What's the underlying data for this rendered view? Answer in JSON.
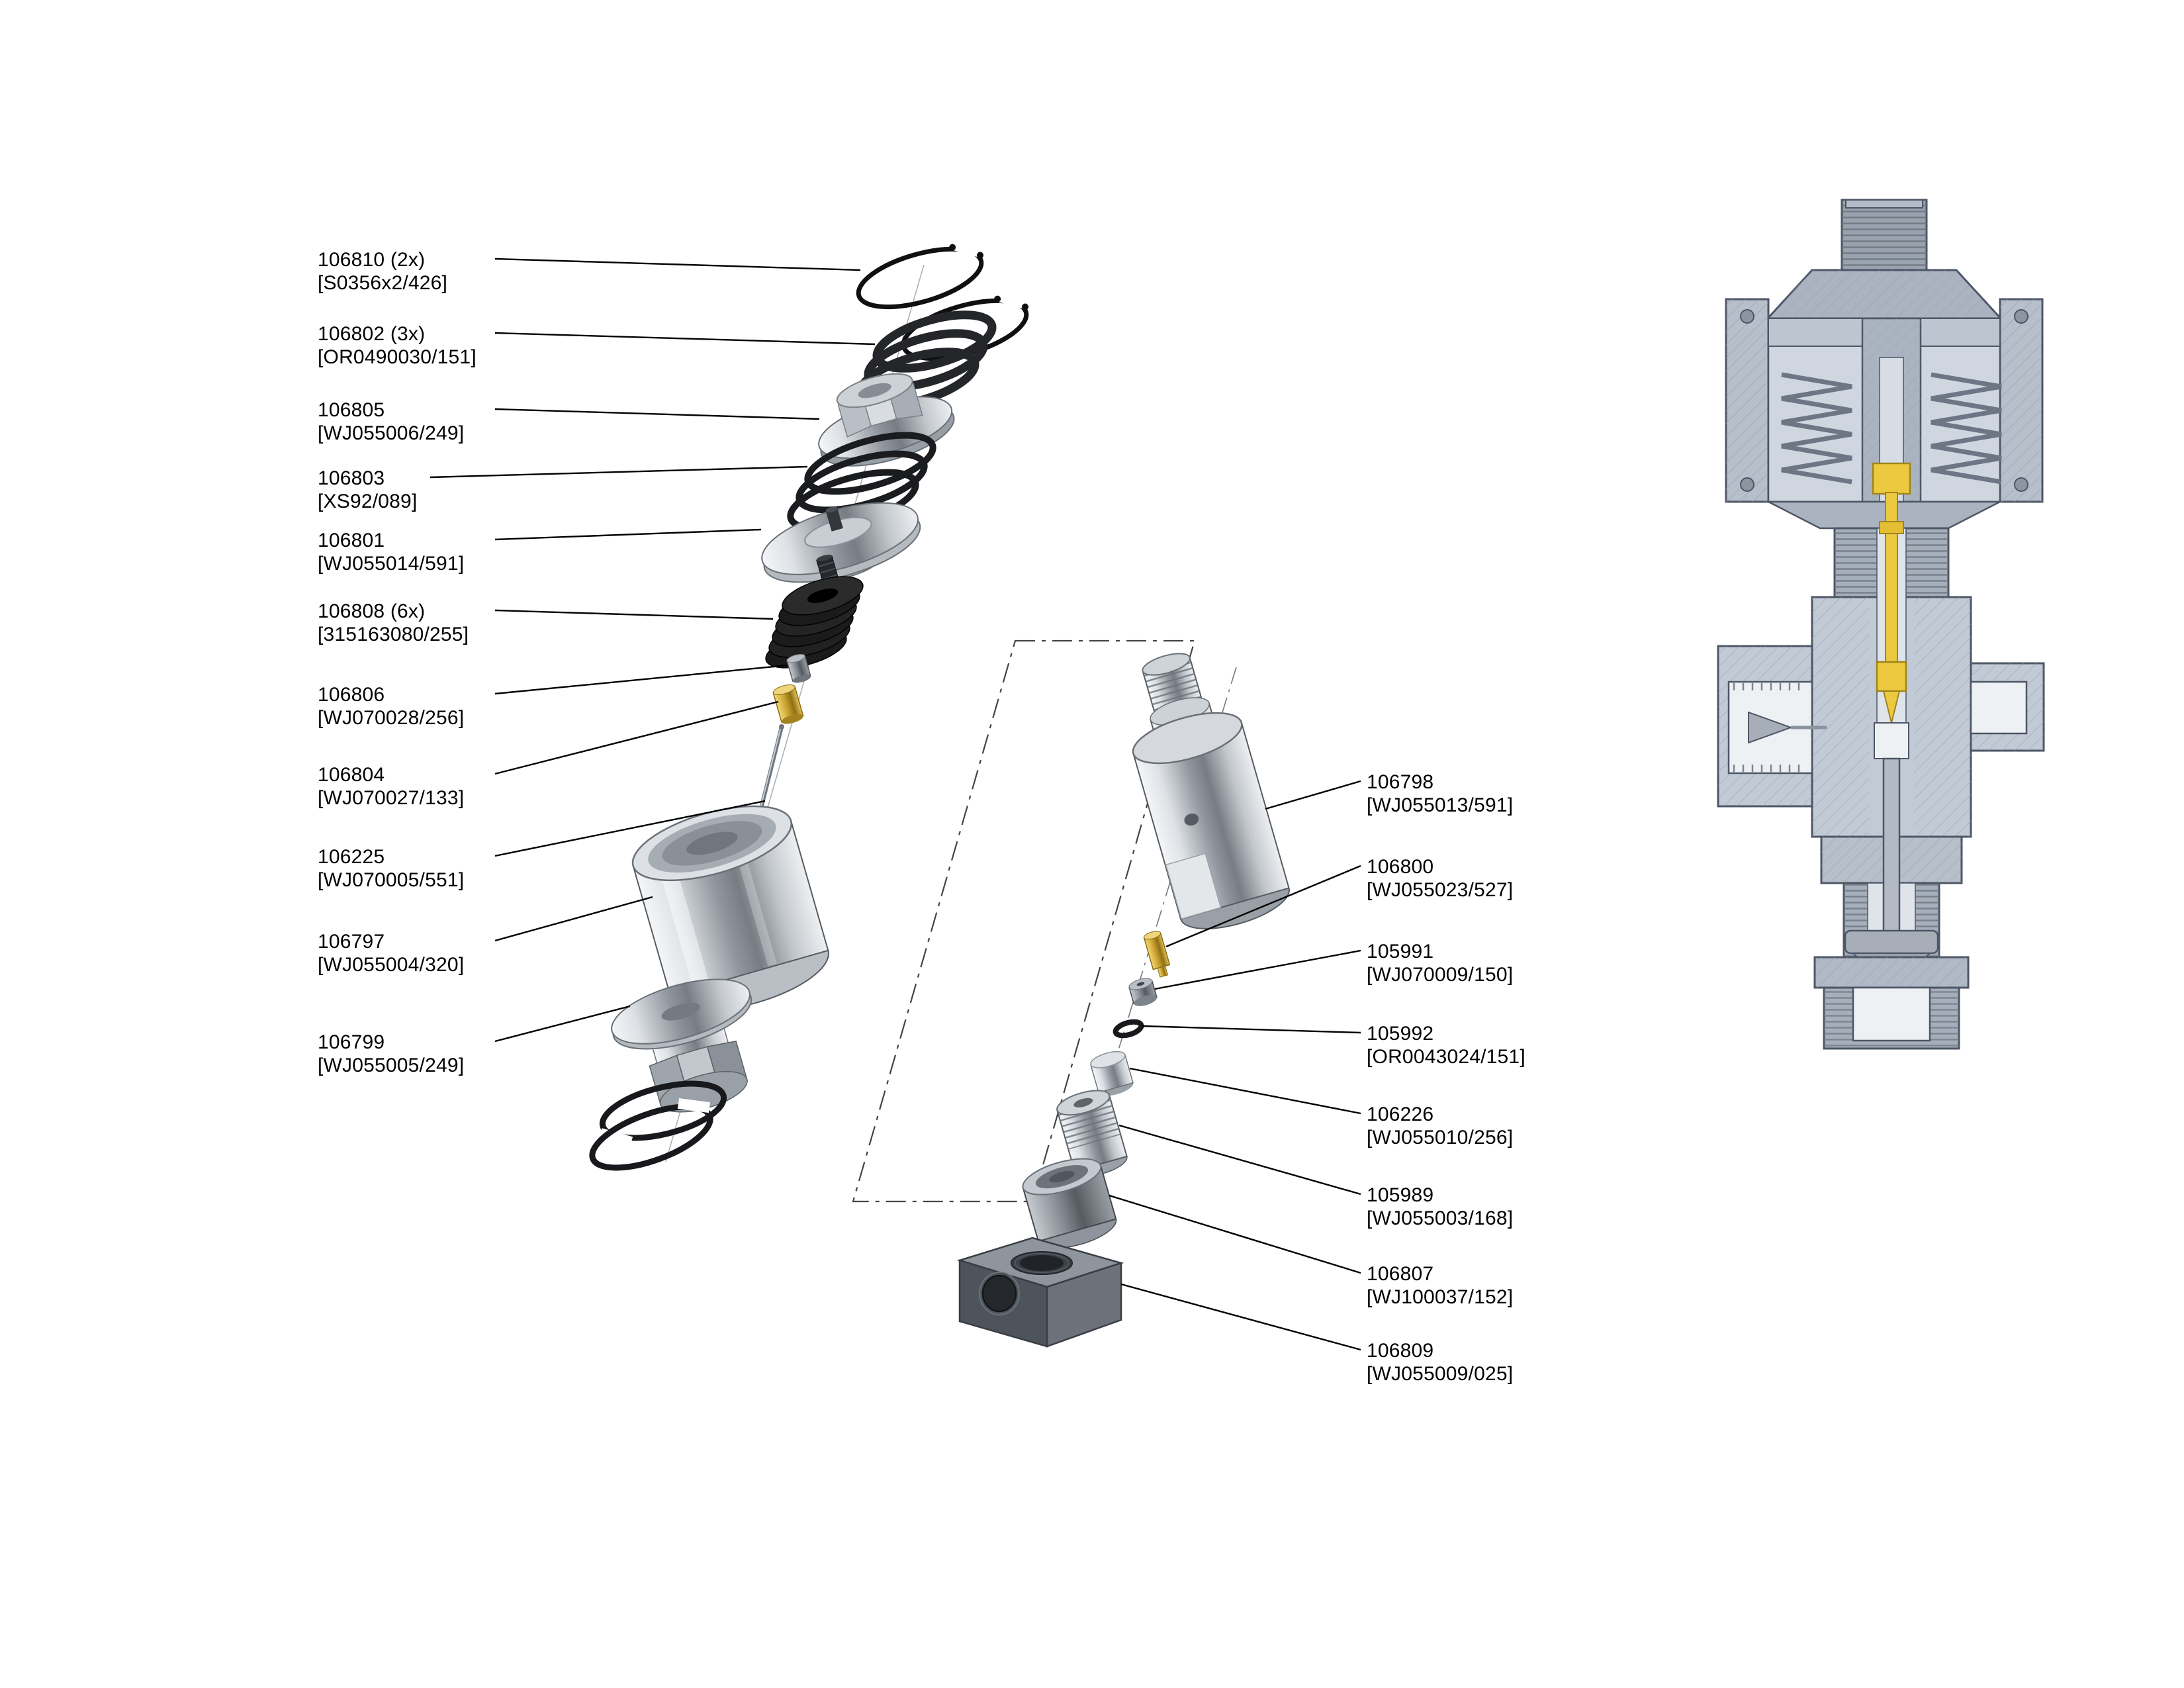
{
  "diagram": {
    "type": "exploded-parts-diagram",
    "views": {
      "left_exploded": "upper cartridge exploded view",
      "right_exploded": "lower body exploded view",
      "section": "assembled valve cross-section"
    },
    "colors": {
      "background": "#ffffff",
      "line": "#000000",
      "metal_light": "#eef0f2",
      "metal_mid": "#9aa0a7",
      "metal_dark": "#565b61",
      "brass": "#caa22e",
      "seal_black": "#17191c",
      "section_body": "#c2cad5",
      "section_outline": "#4d5666",
      "highlight_yellow": "#ecc93f"
    }
  },
  "labels": {
    "left": [
      {
        "part": "106810 (2x)",
        "ref": "[S0356x2/426]"
      },
      {
        "part": "106802 (3x)",
        "ref": "[OR0490030/151]"
      },
      {
        "part": "106805",
        "ref": "[WJ055006/249]"
      },
      {
        "part": "106803",
        "ref": "[XS92/089]"
      },
      {
        "part": "106801",
        "ref": "[WJ055014/591]"
      },
      {
        "part": "106808 (6x)",
        "ref": "[315163080/255]"
      },
      {
        "part": "106806",
        "ref": "[WJ070028/256]"
      },
      {
        "part": "106804",
        "ref": "[WJ070027/133]"
      },
      {
        "part": "106225",
        "ref": "[WJ070005/551]"
      },
      {
        "part": "106797",
        "ref": "[WJ055004/320]"
      },
      {
        "part": "106799",
        "ref": "[WJ055005/249]"
      }
    ],
    "right": [
      {
        "part": "106798",
        "ref": "[WJ055013/591]"
      },
      {
        "part": "106800",
        "ref": "[WJ055023/527]"
      },
      {
        "part": "105991",
        "ref": "[WJ070009/150]"
      },
      {
        "part": "105992",
        "ref": "[OR0043024/151]"
      },
      {
        "part": "106226",
        "ref": "[WJ055010/256]"
      },
      {
        "part": "105989",
        "ref": "[WJ055003/168]"
      },
      {
        "part": "106807",
        "ref": "[WJ100037/152]"
      },
      {
        "part": "106809",
        "ref": "[WJ055009/025]"
      }
    ]
  }
}
